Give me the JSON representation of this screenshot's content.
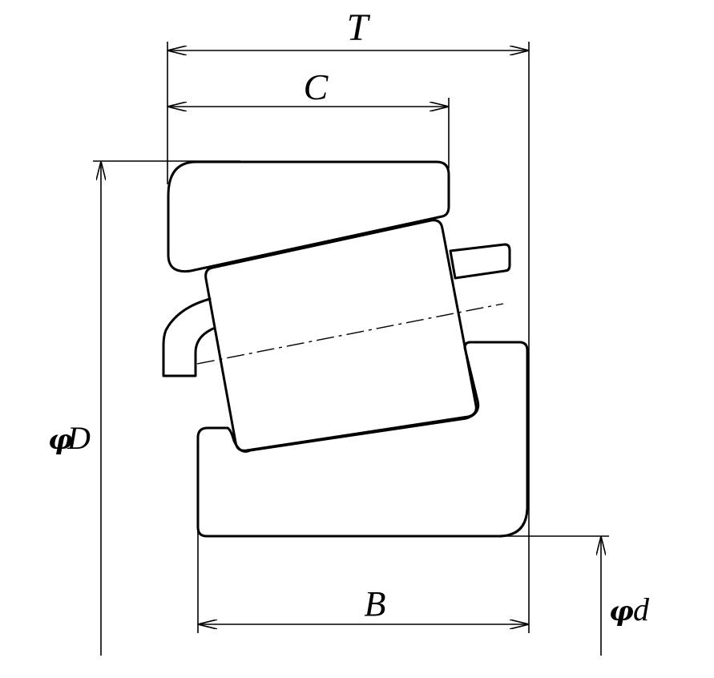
{
  "labels": {
    "T": "T",
    "C": "C",
    "B": "B",
    "phi_symbol": "φ",
    "D": "D",
    "d": "d"
  }
}
